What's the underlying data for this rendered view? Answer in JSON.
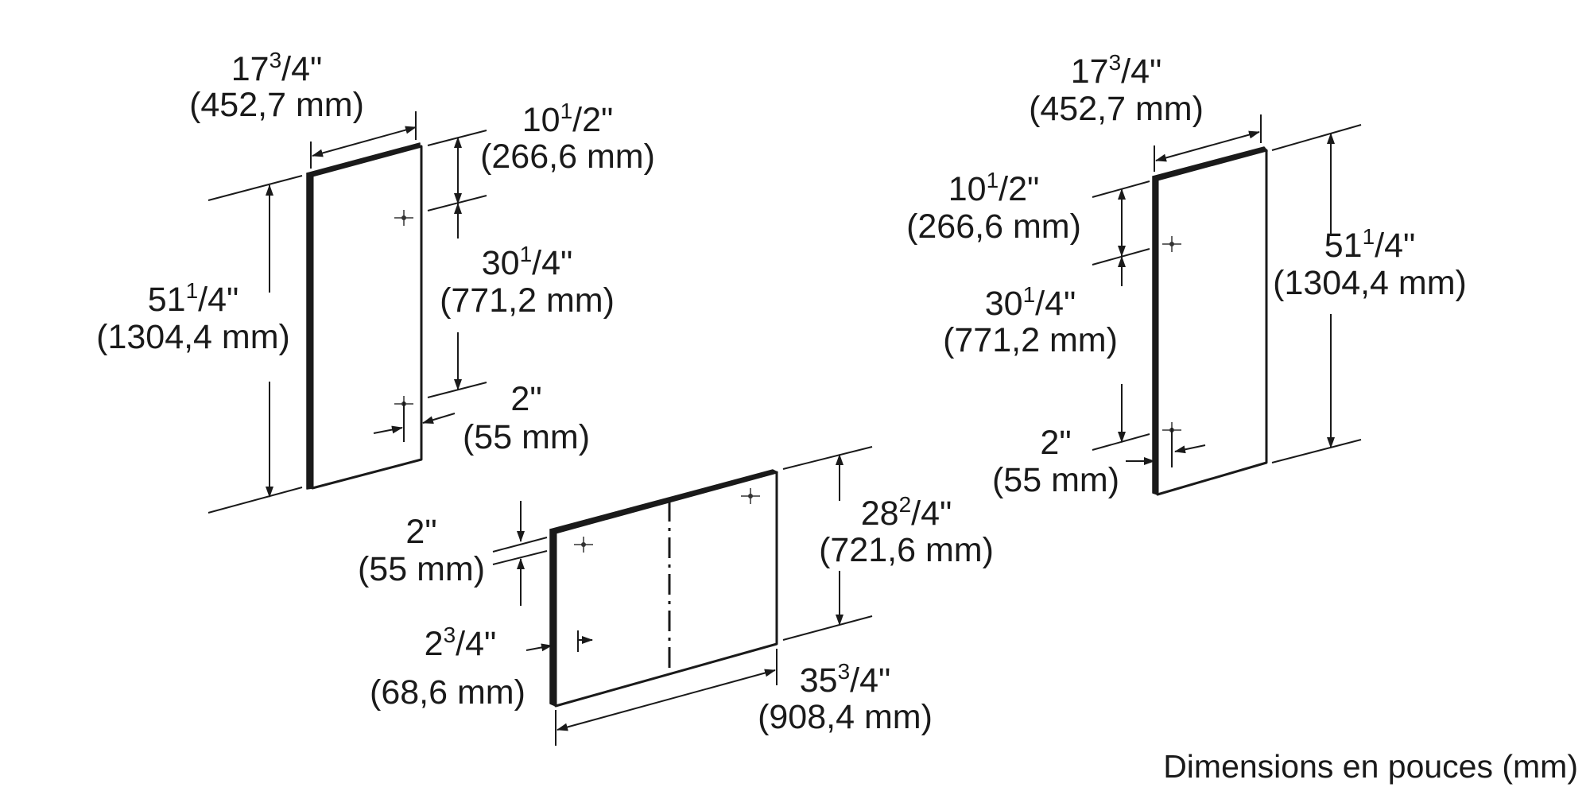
{
  "caption": "Dimensions en pouces (mm)",
  "panel_left": {
    "width": {
      "inches_whole": "17",
      "inches_sup": "3",
      "inches_rest": "/4\"",
      "mm": "(452,7 mm)"
    },
    "height": {
      "inches_whole": "51",
      "inches_sup": "1",
      "inches_rest": "/4\"",
      "mm": "(1304,4 mm)"
    },
    "top_offset": {
      "inches_whole": "10",
      "inches_sup": "1",
      "inches_rest": "/2\"",
      "mm": "(266,6 mm)"
    },
    "hole_spacing": {
      "inches_whole": "30",
      "inches_sup": "1",
      "inches_rest": "/4\"",
      "mm": "(771,2 mm)"
    },
    "side_offset": {
      "inches": "2\"",
      "mm": "(55 mm)"
    }
  },
  "panel_bottom": {
    "top_offset": {
      "inches": "2\"",
      "mm": "(55 mm)"
    },
    "side_offset": {
      "inches_whole": "2",
      "inches_sup": "3",
      "inches_rest": "/4\"",
      "mm": "(68,6 mm)"
    },
    "height": {
      "inches_whole": "28",
      "inches_sup": "2",
      "inches_rest": "/4\"",
      "mm": "(721,6 mm)"
    },
    "width": {
      "inches_whole": "35",
      "inches_sup": "3",
      "inches_rest": "/4\"",
      "mm": "(908,4 mm)"
    }
  },
  "panel_right": {
    "width": {
      "inches_whole": "17",
      "inches_sup": "3",
      "inches_rest": "/4\"",
      "mm": "(452,7 mm)"
    },
    "top_offset": {
      "inches_whole": "10",
      "inches_sup": "1",
      "inches_rest": "/2\"",
      "mm": "(266,6 mm)"
    },
    "hole_spacing": {
      "inches_whole": "30",
      "inches_sup": "1",
      "inches_rest": "/4\"",
      "mm": "(771,2 mm)"
    },
    "side_offset": {
      "inches": "2\"",
      "mm": "(55 mm)"
    },
    "height": {
      "inches_whole": "51",
      "inches_sup": "1",
      "inches_rest": "/4\"",
      "mm": "(1304,4 mm)"
    }
  }
}
